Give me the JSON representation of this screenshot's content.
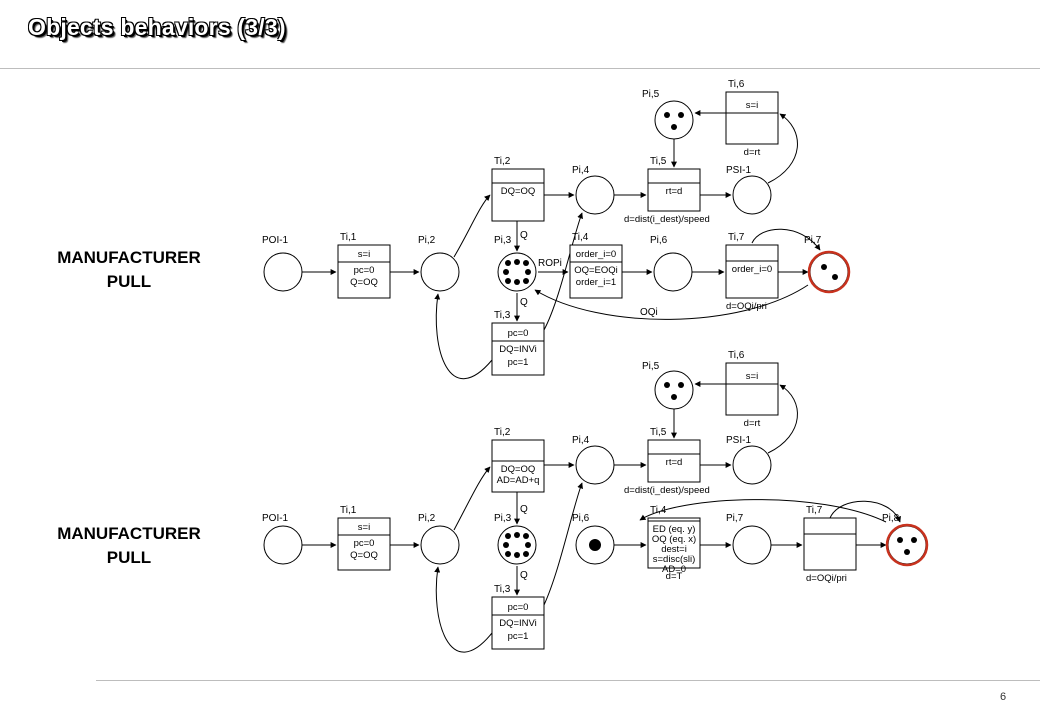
{
  "slide": {
    "title": "Objects behaviors (3/3)",
    "page_number": "6"
  },
  "diagrams": [
    {
      "side_label": [
        "MANUFACTURER",
        "PULL"
      ],
      "places": [
        {
          "name": "POI-1",
          "tokens": 0,
          "highlight": false
        },
        {
          "name": "Pi,2",
          "tokens": 0,
          "highlight": false
        },
        {
          "name": "Pi,3",
          "tokens": 8,
          "highlight": false
        },
        {
          "name": "Pi,4",
          "tokens": 0,
          "highlight": false
        },
        {
          "name": "Pi,5",
          "tokens": 3,
          "highlight": false
        },
        {
          "name": "PSI-1",
          "tokens": 0,
          "highlight": false
        },
        {
          "name": "Pi,6",
          "tokens": 0,
          "highlight": false
        },
        {
          "name": "Pi,7",
          "tokens": 2,
          "highlight": true
        }
      ],
      "transitions": [
        {
          "name": "Ti,1",
          "top": "s=i",
          "body": [
            "pc=0",
            "Q=OQ"
          ],
          "below": ""
        },
        {
          "name": "Ti,2",
          "top": "",
          "body": [
            "DQ=OQ"
          ],
          "below": ""
        },
        {
          "name": "Ti,3",
          "top": "pc=0",
          "body": [
            "DQ=INVi",
            "pc=1"
          ],
          "below": ""
        },
        {
          "name": "Ti,4",
          "top": "order_i=0",
          "body": [
            "OQ=EOQi",
            "order_i=1"
          ],
          "below": ""
        },
        {
          "name": "Ti,5",
          "top": "",
          "body": [
            "rt=d"
          ],
          "below": "d=dist(i_dest)/speed"
        },
        {
          "name": "Ti,6",
          "top": "s=i",
          "body": [],
          "below": "d=rt"
        },
        {
          "name": "Ti,7",
          "top": "",
          "body": [
            "order_i=0"
          ],
          "below": "d=OQi/pri"
        }
      ],
      "arc_labels": [
        "Q",
        "Q",
        "ROPi",
        "OQi"
      ]
    },
    {
      "side_label": [
        "MANUFACTURER",
        "PULL"
      ],
      "places": [
        {
          "name": "POI-1",
          "tokens": 0,
          "highlight": false
        },
        {
          "name": "Pi,2",
          "tokens": 0,
          "highlight": false
        },
        {
          "name": "Pi,3",
          "tokens": 8,
          "highlight": false
        },
        {
          "name": "Pi,4",
          "tokens": 0,
          "highlight": false
        },
        {
          "name": "Pi,5",
          "tokens": 3,
          "highlight": false
        },
        {
          "name": "PSI-1",
          "tokens": 0,
          "highlight": false
        },
        {
          "name": "Pi,6",
          "tokens": 1,
          "highlight": false
        },
        {
          "name": "Pi,7",
          "tokens": 0,
          "highlight": false
        },
        {
          "name": "Pi,8",
          "tokens": 3,
          "highlight": true
        }
      ],
      "transitions": [
        {
          "name": "Ti,1",
          "top": "s=i",
          "body": [
            "pc=0",
            "Q=OQ"
          ],
          "below": ""
        },
        {
          "name": "Ti,2",
          "top": "",
          "body": [
            "DQ=OQ",
            "AD=AD+q"
          ],
          "below": ""
        },
        {
          "name": "Ti,3",
          "top": "pc=0",
          "body": [
            "DQ=INVi",
            "pc=1"
          ],
          "below": ""
        },
        {
          "name": "Ti,4",
          "top": "",
          "body": [
            "ED (eq. y)",
            "OQ (eq. x)",
            "dest=i",
            "s=disc(sli)",
            "AD=0"
          ],
          "below": "d=T"
        },
        {
          "name": "Ti,5",
          "top": "",
          "body": [
            "rt=d"
          ],
          "below": "d=dist(i_dest)/speed"
        },
        {
          "name": "Ti,6",
          "top": "s=i",
          "body": [],
          "below": "d=rt"
        },
        {
          "name": "Ti,7",
          "top": "",
          "body": [],
          "below": "d=OQi/pri"
        }
      ],
      "arc_labels": [
        "Q",
        "Q"
      ]
    }
  ],
  "colors": {
    "highlight": "#c8321e",
    "stroke": "#000000",
    "box_fill": "#ffffff",
    "rule": "#bdbdbd"
  }
}
